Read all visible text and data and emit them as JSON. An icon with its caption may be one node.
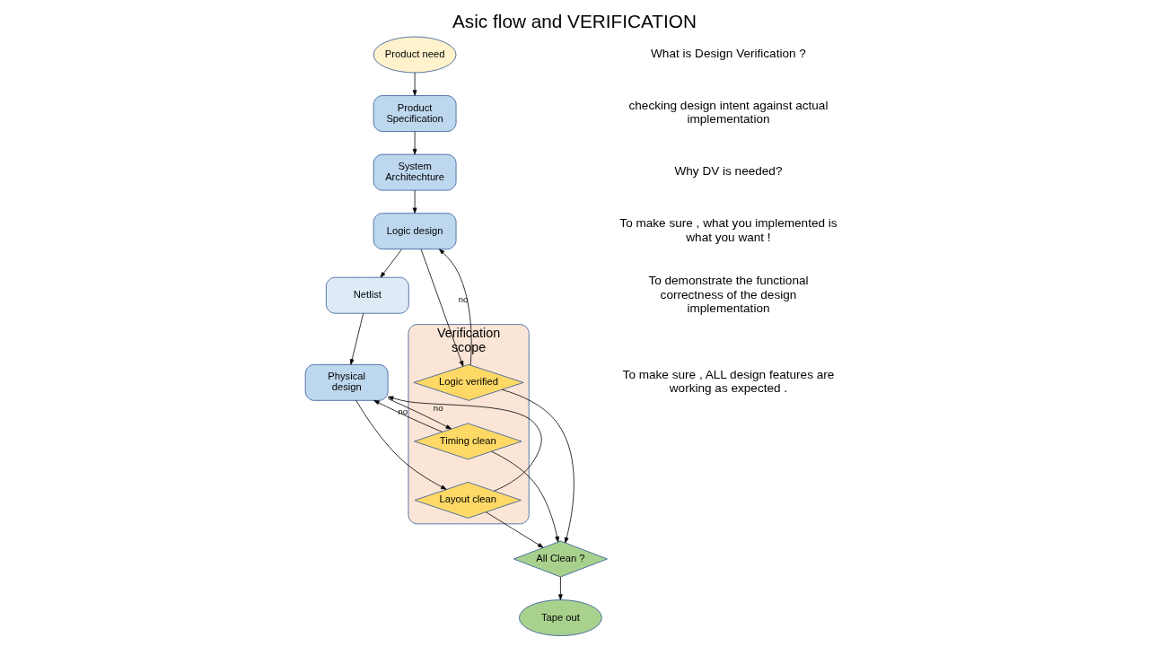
{
  "diagram": {
    "title": "Asic flow and VERIFICATION",
    "nodes": [
      {
        "text": [
          "Product need"
        ]
      },
      {
        "text": [
          "Product Specification"
        ]
      },
      {
        "text": [
          "System Architechture"
        ]
      },
      {
        "text": [
          "Logic design"
        ]
      },
      {
        "text": [
          "Netlist"
        ]
      },
      {
        "text": [
          "Physical design"
        ]
      },
      {
        "text": [
          "Verification scope"
        ]
      },
      {
        "text": [
          "Logic verified"
        ],
        "in": 6
      },
      {
        "text": [
          "Timing clean"
        ],
        "in": 6
      },
      {
        "text": [
          "Layout clean"
        ],
        "in": 6
      },
      {
        "text": [
          "All Clean ?"
        ]
      },
      {
        "text": [
          "Tape out"
        ]
      }
    ],
    "edges": [
      {
        "from": 0,
        "to": 1,
        "arrow": "to"
      },
      {
        "from": 1,
        "to": 2,
        "arrow": "to"
      },
      {
        "from": 2,
        "to": 3,
        "arrow": "to"
      },
      {
        "from": 3,
        "to": 4,
        "arrow": "to"
      },
      {
        "from": 4,
        "to": 5,
        "arrow": "to"
      },
      {
        "from": 3,
        "to": 7,
        "arrow": "to"
      },
      {
        "from": 7,
        "to": 3,
        "label": "no",
        "arrow": "to"
      },
      {
        "from": 5,
        "to": 8,
        "arrow": "to"
      },
      {
        "from": 8,
        "to": 5,
        "label": "no",
        "arrow": "to"
      },
      {
        "from": 5,
        "to": 9,
        "arrow": "to"
      },
      {
        "from": 9,
        "to": 5,
        "label": "no",
        "arrow": "to"
      },
      {
        "from": 7,
        "to": 10,
        "arrow": "to"
      },
      {
        "from": 8,
        "to": 10,
        "arrow": "to"
      },
      {
        "from": 9,
        "to": 10,
        "arrow": "to"
      },
      {
        "from": 10,
        "to": 11,
        "arrow": "to"
      }
    ],
    "labels": [
      "What is Design Verification ?",
      "checking design intent against actual implementation",
      "Why DV is needed?",
      "To make sure , what you implemented is what you want !",
      "To demonstrate the functional correctness of the design implementation",
      "To make sure , ALL design features are working as expected ."
    ]
  }
}
